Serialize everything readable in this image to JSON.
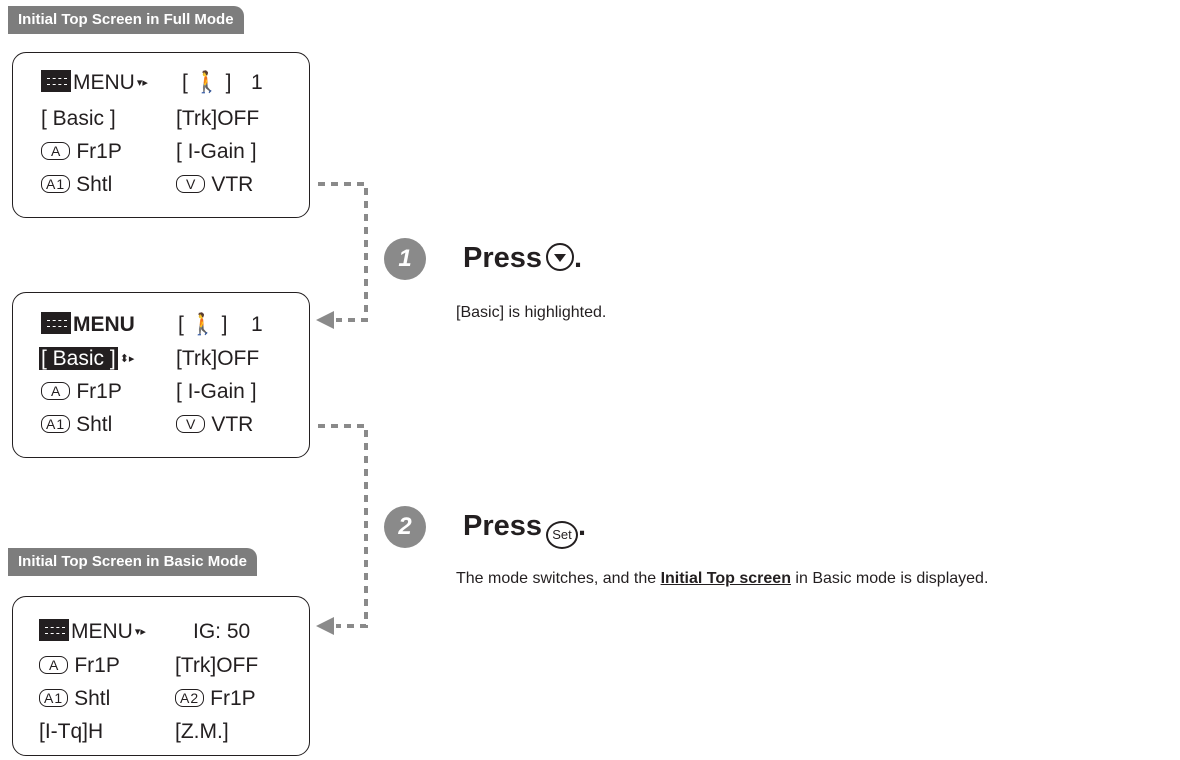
{
  "labels": {
    "full_mode": "Initial Top Screen in Full Mode",
    "basic_mode": "Initial Top Screen in Basic Mode"
  },
  "screen1": {
    "menu": "MENU",
    "user_icon": "[ 🚶 ]",
    "r1c2": "1",
    "r2c1": "[ Basic ]",
    "r2c2": "[Trk]OFF",
    "r3key": "A",
    "r3c1": "Fr1P",
    "r3c2": "[ I-Gain ]",
    "r4key": "A1",
    "r4c1": "Shtl",
    "r4key2": "V",
    "r4c2": "VTR"
  },
  "screen2": {
    "menu": "MENU",
    "user_icon": "[ 🚶 ]",
    "r1c2": "1",
    "r2c1": "[ Basic ]",
    "r2c2": "[Trk]OFF",
    "r3key": "A",
    "r3c1": "Fr1P",
    "r3c2": "[ I-Gain ]",
    "r4key": "A1",
    "r4c1": "Shtl",
    "r4key2": "V",
    "r4c2": "VTR"
  },
  "screen3": {
    "menu": "MENU",
    "r1c2": "IG: 50",
    "r2key": "A",
    "r2c1": "Fr1P",
    "r2c2": "[Trk]OFF",
    "r3key": "A1",
    "r3c1": "Shtl",
    "r3key2": "A2",
    "r3c2": "Fr1P",
    "r4c1": "[I-Tq]H",
    "r4c2": "[Z.M.]"
  },
  "steps": [
    {
      "number": "1",
      "title": "Press",
      "button_icon": "down-button-icon",
      "description": "[Basic] is highlighted."
    },
    {
      "number": "2",
      "title": "Press",
      "button_label": "Set",
      "description_pre": "The mode switches, and the ",
      "description_link": "Initial Top screen",
      "description_post": " in Basic mode is displayed."
    }
  ],
  "colors": {
    "tag_bg": "#7d7d7d",
    "step_circle": "#8a8a8a",
    "ink": "#231f20"
  }
}
